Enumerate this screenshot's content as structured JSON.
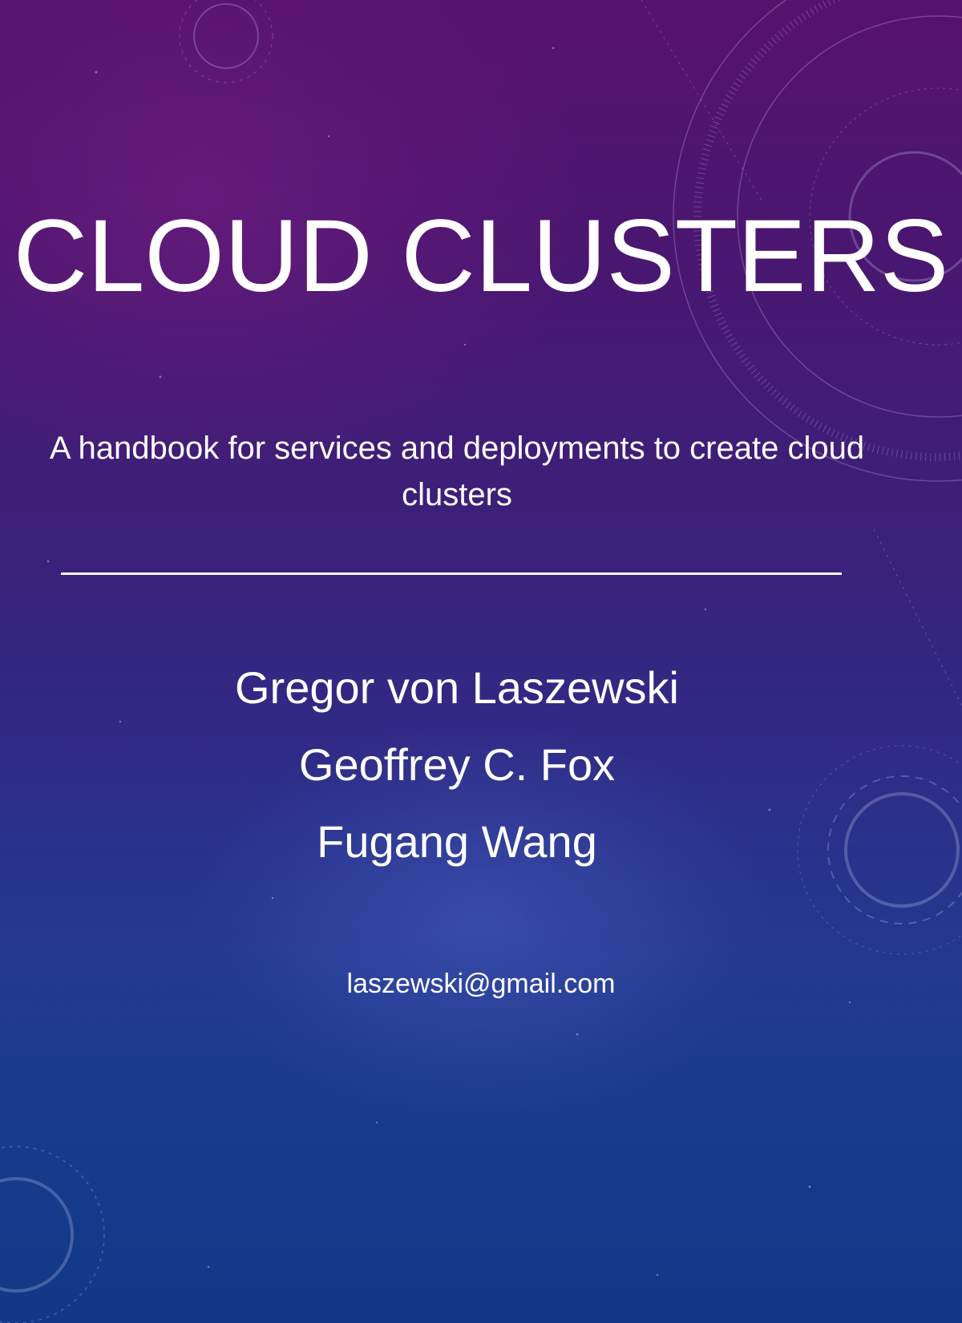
{
  "cover": {
    "title": "CLOUD CLUSTERS",
    "subtitle": "A handbook for services and deployments to create cloud clusters",
    "authors": [
      "Gregor von Laszewski",
      "Geoffrey C. Fox",
      "Fugang Wang"
    ],
    "email": "laszewski@gmail.com"
  },
  "colors": {
    "background_top": "#56136e",
    "background_bottom": "#123886",
    "text": "#ffffff"
  }
}
